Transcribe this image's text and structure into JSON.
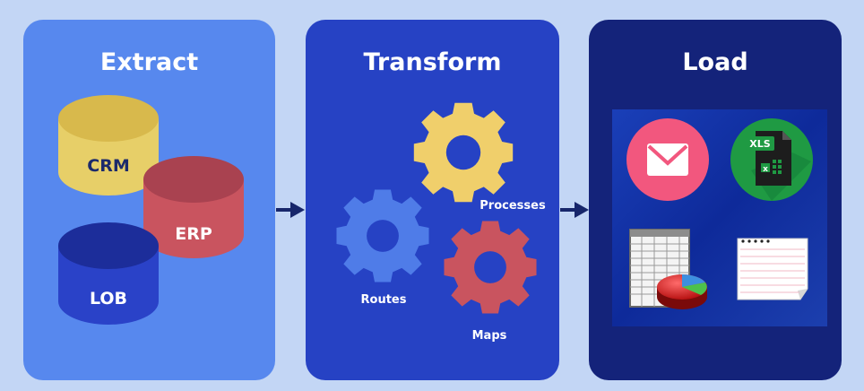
{
  "stages": [
    {
      "title": "Extract",
      "sources": [
        "CRM",
        "ERP",
        "LOB"
      ]
    },
    {
      "title": "Transform",
      "steps": [
        "Processes",
        "Routes",
        "Maps"
      ]
    },
    {
      "title": "Load",
      "targets": [
        "mail-icon",
        "excel-xls-icon",
        "spreadsheet-pie-chart-icon",
        "notepad-icon"
      ]
    }
  ],
  "xls_badge": "XLS",
  "xls_letter": "x",
  "colors": {
    "background": "#c3d6f5",
    "extract": "#5788ee",
    "transform": "#2642c4",
    "load": "#14237a",
    "crm": "#ecd470",
    "erp": "#c9545f",
    "lob": "#2a40c8",
    "gear_yellow": "#f0cf6b",
    "gear_blue": "#4f7ce8",
    "gear_red": "#c9545f",
    "arrow": "#17266b"
  }
}
